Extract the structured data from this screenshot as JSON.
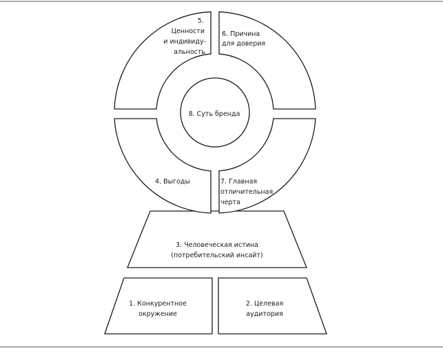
{
  "diagram": {
    "segments": {
      "values": {
        "number": "5.",
        "line1": "Ценности",
        "line2": "и индивиду-",
        "line3": "альность"
      },
      "trust": {
        "line1": "6. Причина",
        "line2": "для доверия"
      },
      "benefits": {
        "line1": "4. Выгоды"
      },
      "feature": {
        "line1": "7. Главная",
        "line2": "отличительная",
        "line3": "черта"
      }
    },
    "core": {
      "label": "8. Суть бренда"
    },
    "insight": {
      "line1": "3. Человеческая истина",
      "line2": "(потребительский инсайт)"
    },
    "competitive": {
      "line1": "1. Конкурентное",
      "line2": "окружение"
    },
    "audience": {
      "line1": "2. Целевая",
      "line2": "аудитория"
    }
  }
}
